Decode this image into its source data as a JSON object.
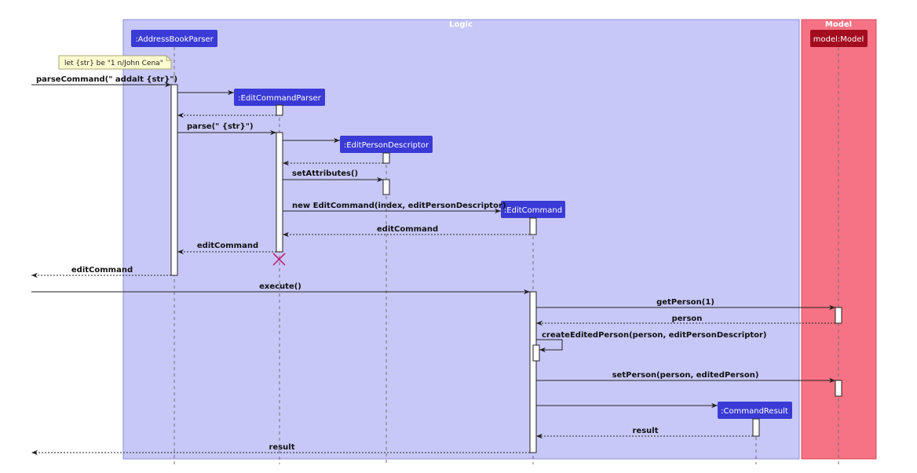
{
  "colors": {
    "logic_fill": "#c8c8f8",
    "logic_border": "#8c8cd8",
    "model_fill": "#f57384",
    "model_border": "#d9485b",
    "participant_logic": "#3a3ad6",
    "participant_model": "#a30b1f",
    "lifeline": "#707070",
    "arrow": "#222222",
    "destroy": "#c0126a",
    "note_fill": "#fbfbd0"
  },
  "boxes": {
    "logic": {
      "title": "Logic"
    },
    "model": {
      "title": "Model"
    }
  },
  "participants": [
    {
      "id": "abp",
      "label": ":AddressBookParser",
      "group": "logic"
    },
    {
      "id": "ecp",
      "label": ":EditCommandParser",
      "group": "logic"
    },
    {
      "id": "epd",
      "label": ":EditPersonDescriptor",
      "group": "logic"
    },
    {
      "id": "ec",
      "label": ":EditCommand",
      "group": "logic"
    },
    {
      "id": "cr",
      "label": ":CommandResult",
      "group": "logic"
    },
    {
      "id": "model",
      "label": "model:Model",
      "group": "model"
    }
  ],
  "note": {
    "text": "let {str} be \"1 n/John Cena\""
  },
  "messages": [
    {
      "id": "m1",
      "label": "parseCommand(\" addalt {str}\")",
      "kind": "sync"
    },
    {
      "id": "m2",
      "label": "",
      "kind": "create"
    },
    {
      "id": "m3",
      "label": "",
      "kind": "return"
    },
    {
      "id": "m4",
      "label": "parse(\" {str}\")",
      "kind": "sync"
    },
    {
      "id": "m5",
      "label": "",
      "kind": "create"
    },
    {
      "id": "m6",
      "label": "",
      "kind": "return"
    },
    {
      "id": "m7",
      "label": "setAttributes()",
      "kind": "sync"
    },
    {
      "id": "m8",
      "label": "new EditCommand(index, editPersonDescriptor)",
      "kind": "create"
    },
    {
      "id": "m9",
      "label": "editCommand",
      "kind": "return"
    },
    {
      "id": "m10",
      "label": "editCommand",
      "kind": "return"
    },
    {
      "id": "m11",
      "label": "editCommand",
      "kind": "return"
    },
    {
      "id": "m12",
      "label": "execute()",
      "kind": "sync"
    },
    {
      "id": "m13",
      "label": "getPerson(1)",
      "kind": "sync"
    },
    {
      "id": "m14",
      "label": "person",
      "kind": "return"
    },
    {
      "id": "m15",
      "label": "createEditedPerson(person, editPersonDescriptor)",
      "kind": "self"
    },
    {
      "id": "m16",
      "label": "setPerson(person, editedPerson)",
      "kind": "sync"
    },
    {
      "id": "m17",
      "label": "",
      "kind": "create"
    },
    {
      "id": "m18",
      "label": "result",
      "kind": "return"
    },
    {
      "id": "m19",
      "label": "result",
      "kind": "return"
    }
  ]
}
